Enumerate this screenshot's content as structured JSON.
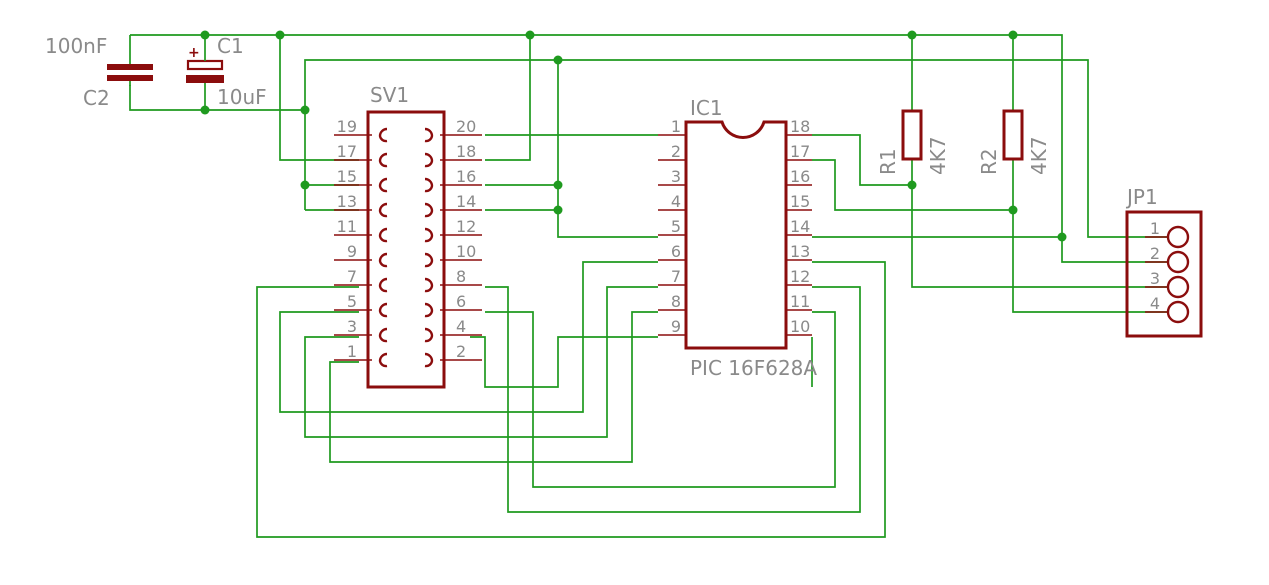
{
  "components": {
    "c2": {
      "name": "C2",
      "value": "100nF"
    },
    "c1": {
      "name": "C1",
      "value": "10uF",
      "polarity": "+"
    },
    "sv1": {
      "name": "SV1",
      "left_pins": [
        "19",
        "17",
        "15",
        "13",
        "11",
        "9",
        "7",
        "5",
        "3",
        "1"
      ],
      "right_pins": [
        "20",
        "18",
        "16",
        "14",
        "12",
        "10",
        "8",
        "6",
        "4",
        "2"
      ]
    },
    "ic1": {
      "name": "IC1",
      "value": "PIC 16F628A",
      "left_pins": [
        "1",
        "2",
        "3",
        "4",
        "5",
        "6",
        "7",
        "8",
        "9"
      ],
      "right_pins": [
        "18",
        "17",
        "16",
        "15",
        "14",
        "13",
        "12",
        "11",
        "10"
      ]
    },
    "r1": {
      "name": "R1",
      "value": "4K7"
    },
    "r2": {
      "name": "R2",
      "value": "4K7"
    },
    "jp1": {
      "name": "JP1",
      "pins": [
        "1",
        "2",
        "3",
        "4"
      ]
    }
  },
  "colors": {
    "wire": "#1f9a1f",
    "part": "#8b0d0d",
    "label": "#8a8a8a",
    "background": "#ffffff"
  }
}
